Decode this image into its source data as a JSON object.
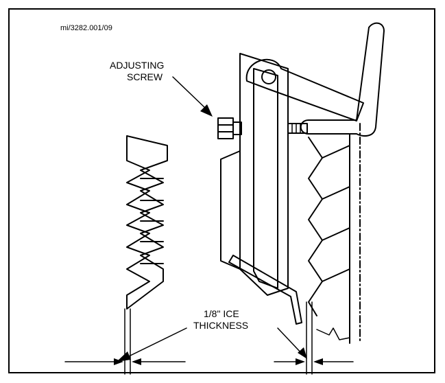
{
  "figure": {
    "doc_code": "mi/3282.001/09",
    "labels": {
      "adjusting_screw_line1": "ADJUSTING",
      "adjusting_screw_line2": "SCREW",
      "ice_line1": "1/8\" ICE",
      "ice_line2": "THICKNESS"
    }
  },
  "colors": {
    "line": "#000000",
    "background": "#ffffff"
  }
}
